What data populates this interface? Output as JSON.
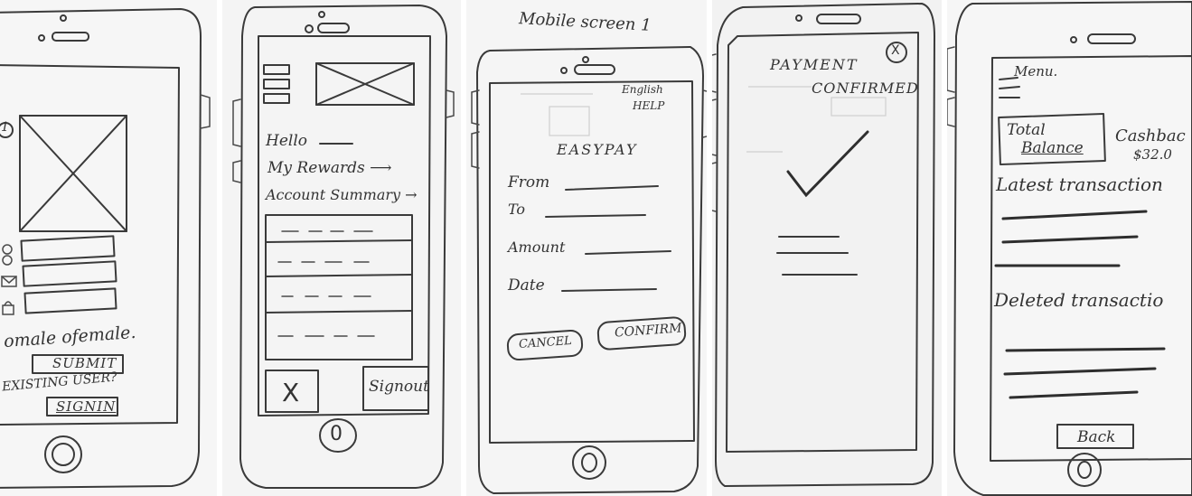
{
  "sketches": {
    "signup": {
      "number_marker": "1",
      "gender_options": "omale ofemale.",
      "submit_label": "SUBMIT",
      "existing_user_label": "EXISTING USER?",
      "signin_label": "SIGNIN",
      "home_button_glyph": "◎"
    },
    "rewards": {
      "greeting": "Hello",
      "my_rewards": "My Rewards ⟶",
      "account_summary": "Account Summary →",
      "cancel_glyph": "X",
      "signout_label": "Signout",
      "home_button_glyph": "0"
    },
    "easypay": {
      "screen_title": "Mobile screen 1",
      "language": "English",
      "help": "HELP",
      "brand": "EASYPAY",
      "from_label": "From",
      "to_label": "To",
      "amount_label": "Amount",
      "date_label": "Date",
      "cancel_label": "CANCEL",
      "confirm_label": "CONFIRM"
    },
    "confirmation": {
      "title_line1": "PAYMENT",
      "title_line2": "CONFIRMED",
      "close_glyph": "X"
    },
    "dashboard": {
      "menu_label": "Menu.",
      "total_balance_line1": "Total",
      "total_balance_line2": "Balance",
      "cashback_label": "Cashbac",
      "cashback_value": "$32.0",
      "latest_transactions": "Latest transaction",
      "deleted_transactions": "Deleted transactio",
      "back_label": "Back"
    }
  }
}
